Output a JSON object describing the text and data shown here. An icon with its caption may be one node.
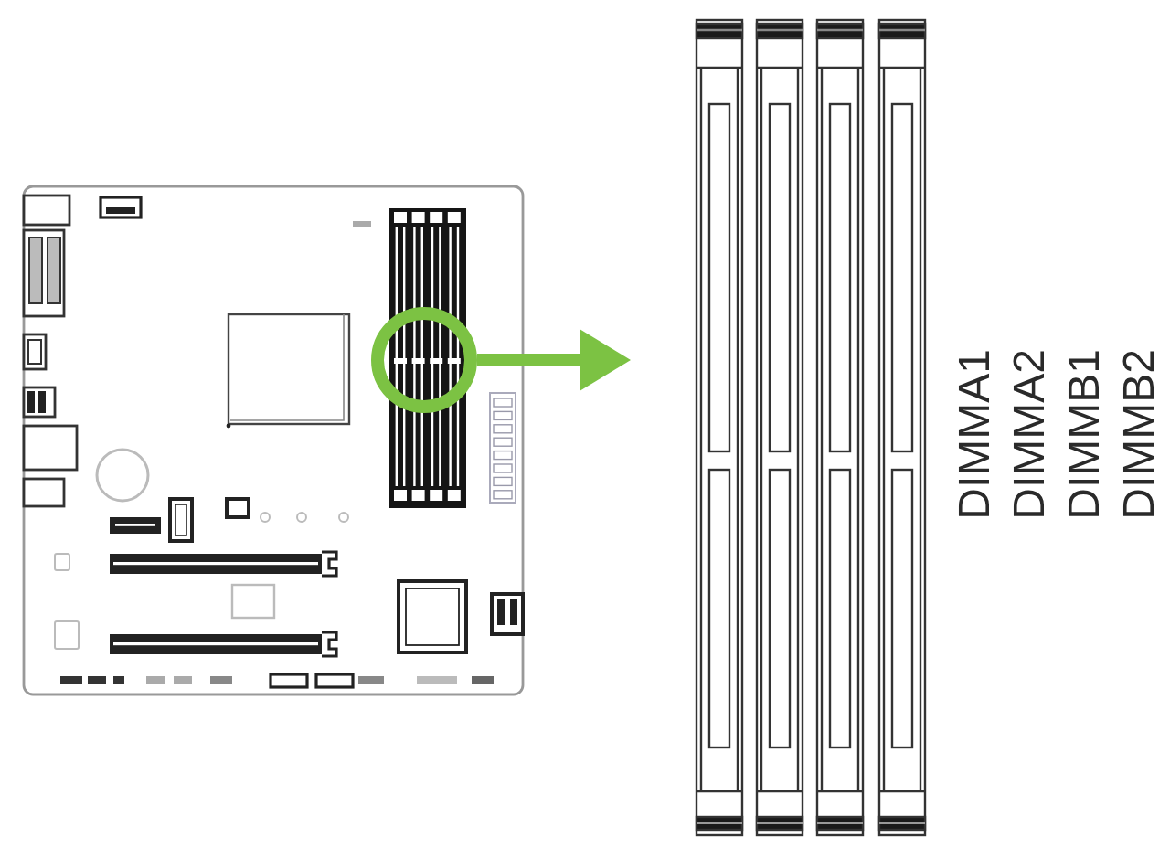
{
  "diagram": {
    "nodes": [
      {
        "text": [],
        "shape": "picture"
      },
      {
        "text": [],
        "shape": "circle",
        "in": 0
      },
      {
        "text": [],
        "shape": "picture",
        "beside": [
          "DIMMA1",
          "DIMMA2",
          "DIMMB1",
          "DIMMB2"
        ]
      }
    ],
    "edges": [
      {
        "from": 1,
        "to": 2,
        "arrow": "to",
        "color": "#7cc243"
      }
    ]
  }
}
